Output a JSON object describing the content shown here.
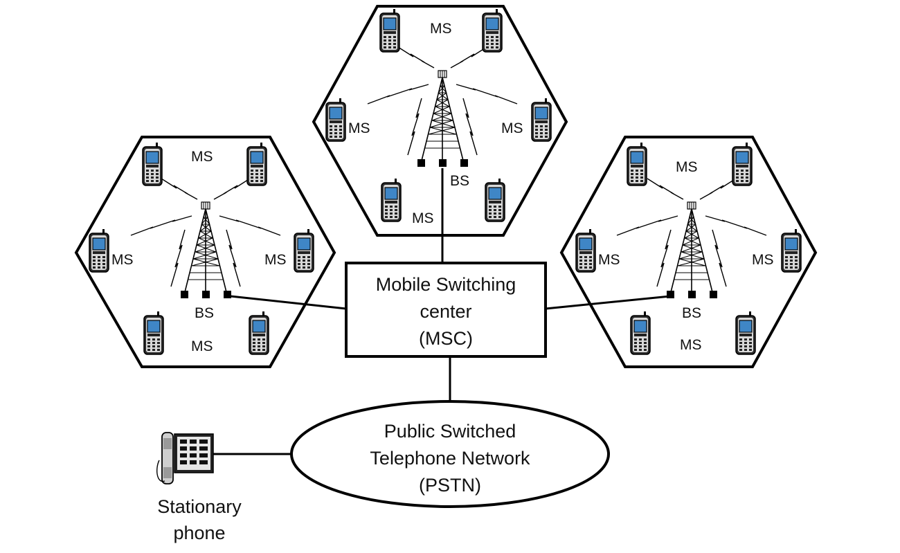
{
  "labels": {
    "ms": "MS",
    "bs": "BS",
    "msc_line1": "Mobile Switching",
    "msc_line2": "center",
    "msc_line3": "(MSC)",
    "pstn_line1": "Public Switched",
    "pstn_line2": "Telephone Network",
    "pstn_line3": "(PSTN)",
    "stationary_line1": "Stationary",
    "stationary_line2": "phone"
  },
  "icons": {
    "mobile": "mobile-phone-icon",
    "tower": "base-station-tower-icon",
    "desk_phone": "desk-telephone-icon"
  },
  "colors": {
    "screen": "#3f86c6",
    "line": "#000000",
    "phone_body": "#2a2a2a"
  }
}
